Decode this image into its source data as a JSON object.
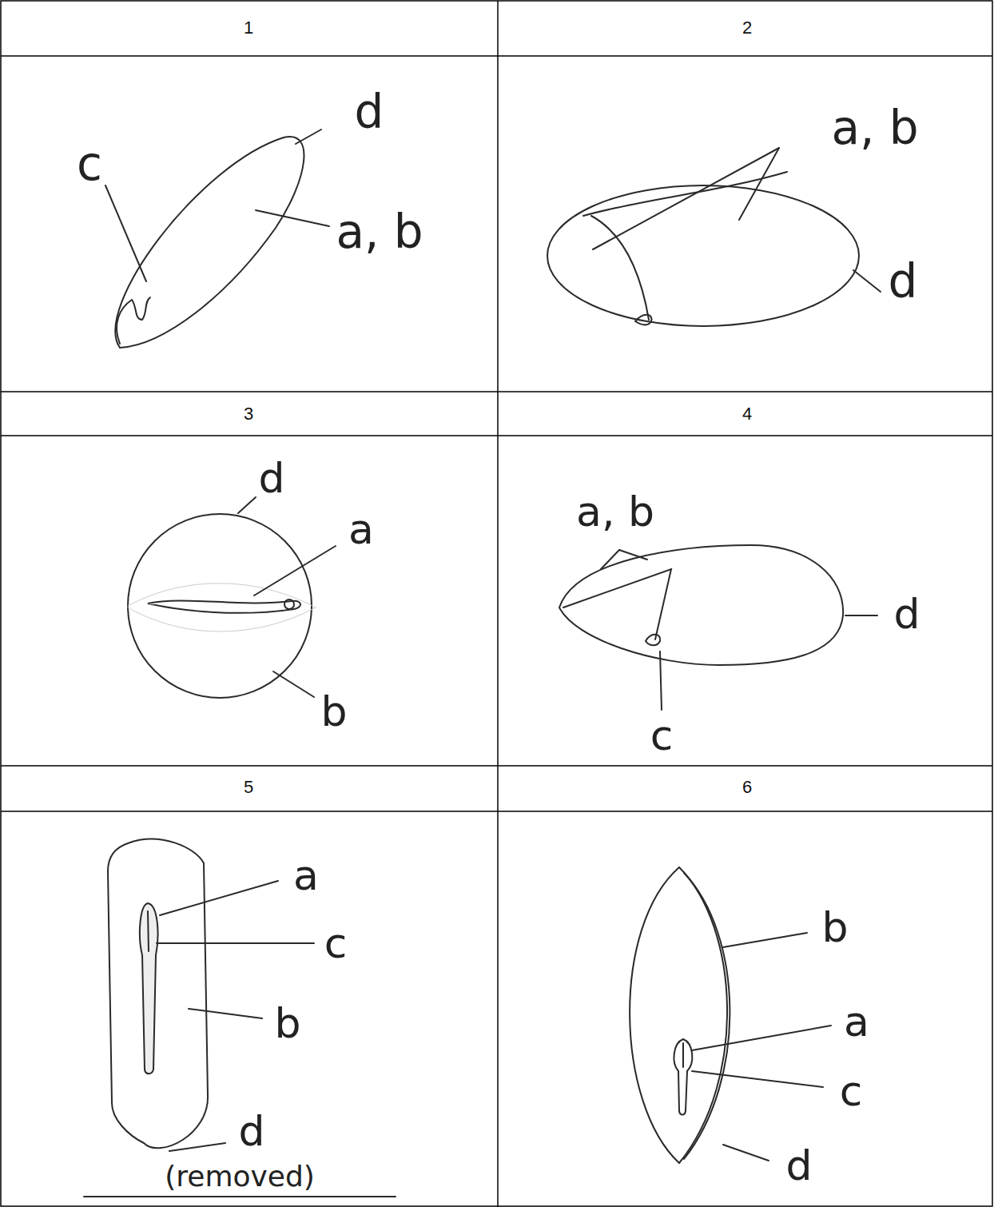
{
  "diagram": {
    "labels": [
      "1",
      "2",
      "d",
      "c",
      "a, b",
      "a, b",
      "d",
      "3",
      "4",
      "d",
      "a",
      "b",
      "a, b",
      "c",
      "d",
      "5",
      "6",
      "a",
      "c",
      "b",
      "d",
      "(removed)",
      "b",
      "a",
      "c",
      "d"
    ]
  }
}
